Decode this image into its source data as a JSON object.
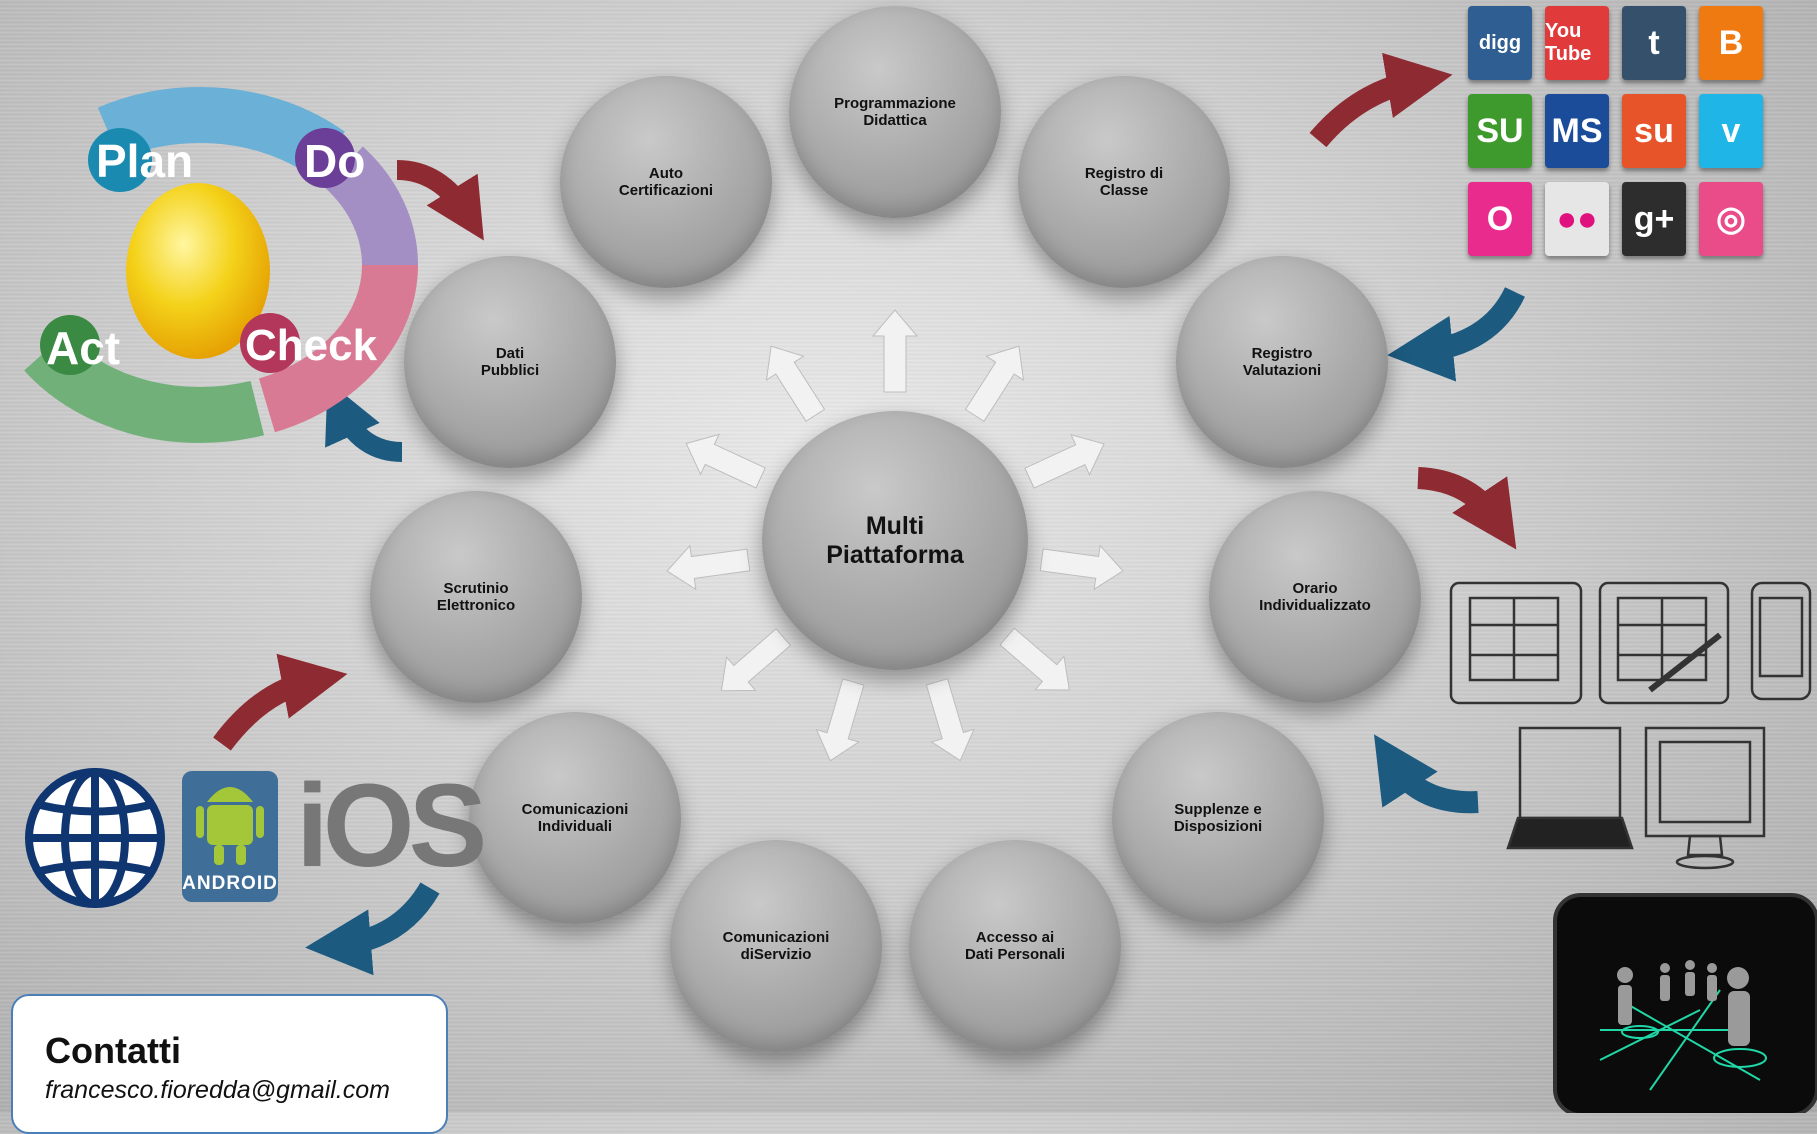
{
  "center": {
    "label": "Multi\nPiattaforma"
  },
  "nodes": [
    {
      "label": "Programmazione\nDidattica"
    },
    {
      "label": "Registro di\nClasse"
    },
    {
      "label": "Registro\nValutazioni"
    },
    {
      "label": "Orario\nIndividualizzato"
    },
    {
      "label": "Supplenze e\nDisposizioni"
    },
    {
      "label": "Accesso ai\nDati Personali"
    },
    {
      "label": "Comunicazioni\ndiServizio"
    },
    {
      "label": "Comunicazioni\nIndividuali"
    },
    {
      "label": "Scrutinio\nElettronico"
    },
    {
      "label": "Dati\nPubblici"
    },
    {
      "label": "Auto\nCertificazioni"
    }
  ],
  "pdca": {
    "plan": "Plan",
    "do": "Do",
    "check": "Check",
    "act": "Act"
  },
  "social_tiles": [
    {
      "name": "digg",
      "text": "digg",
      "color": "#2f5e92"
    },
    {
      "name": "youtube",
      "text": "You Tube",
      "color": "#e03a3a"
    },
    {
      "name": "tumblr",
      "text": "t",
      "color": "#34506b"
    },
    {
      "name": "blogger",
      "text": "B",
      "color": "#f07a12"
    },
    {
      "name": "stumbleupon-green",
      "text": "SU",
      "color": "#3f9a2e"
    },
    {
      "name": "myspace",
      "text": "MS",
      "color": "#1a4c9a"
    },
    {
      "name": "stumbleupon",
      "text": "su",
      "color": "#e8542a"
    },
    {
      "name": "vimeo",
      "text": "v",
      "color": "#1fb5e6"
    },
    {
      "name": "orkut",
      "text": "O",
      "color": "#e82b8d"
    },
    {
      "name": "flickr",
      "text": "●●",
      "color": "#e6e6e6"
    },
    {
      "name": "google-plus",
      "text": "g+",
      "color": "#2d2d2d"
    },
    {
      "name": "dribbble",
      "text": "◎",
      "color": "#ea4c89"
    }
  ],
  "platforms": {
    "android": "ANDROID",
    "ios": "iOS"
  },
  "contact": {
    "title": "Contatti",
    "email": "francesco.fioredda@gmail.com"
  },
  "colors": {
    "red_arrow": "#8e2a32",
    "blue_arrow": "#1d5a80",
    "white_arrow": "#f2f2f2"
  }
}
